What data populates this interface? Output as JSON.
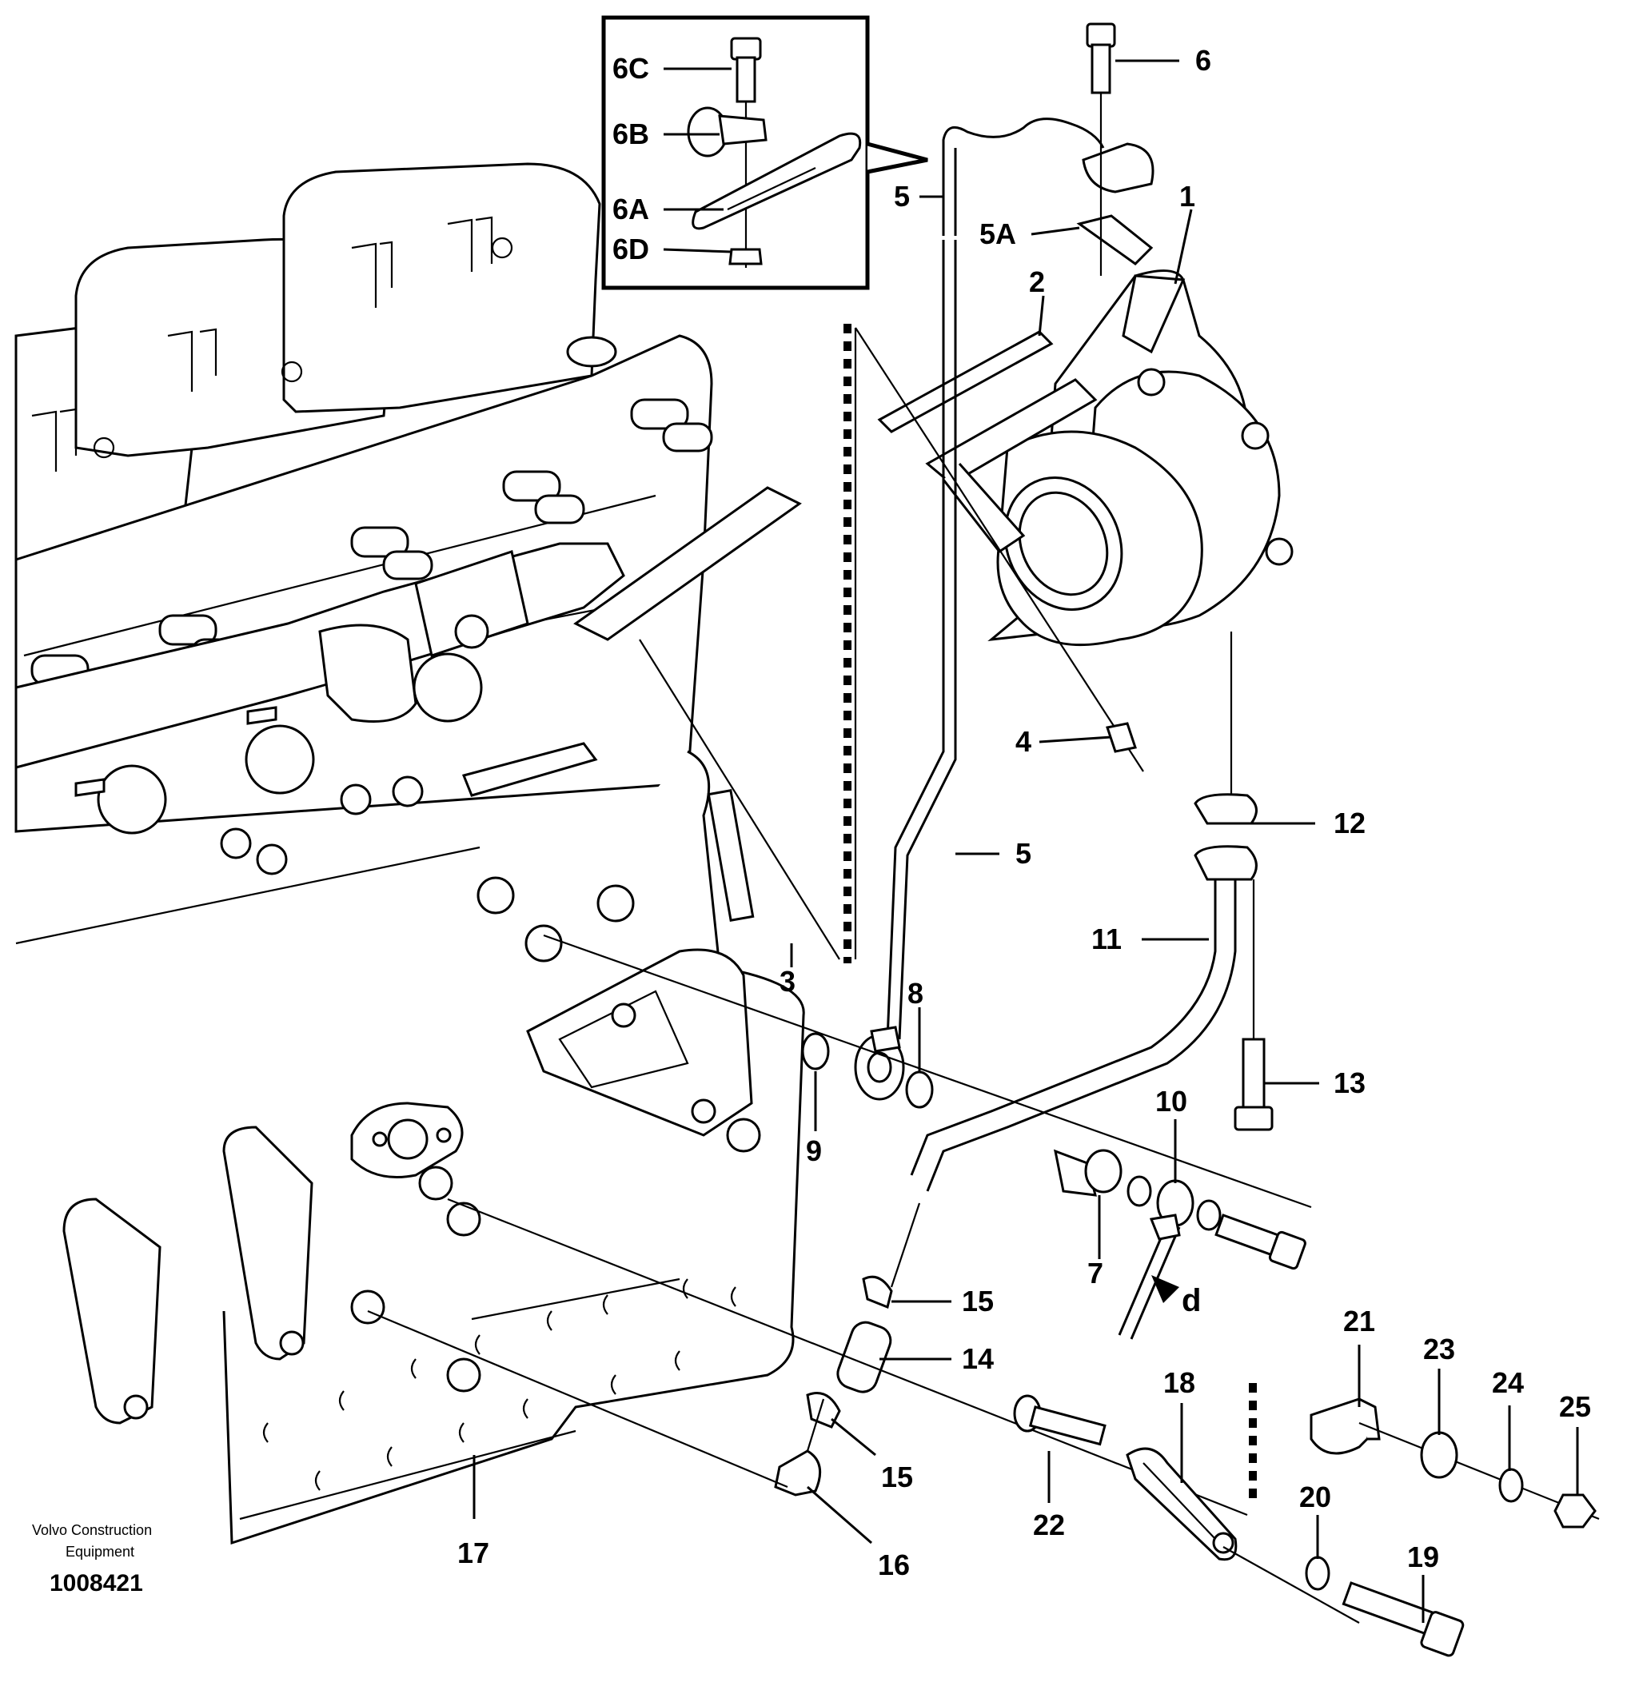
{
  "callouts": {
    "c6C": "6C",
    "c6B": "6B",
    "c6A": "6A",
    "c6D": "6D",
    "c6": "6",
    "c5_top": "5",
    "c5A": "5A",
    "c1": "1",
    "c2": "2",
    "c4": "4",
    "c12": "12",
    "c5_mid": "5",
    "c11": "11",
    "c3": "3",
    "c8": "8",
    "c9": "9",
    "c13": "13",
    "c10": "10",
    "c7": "7",
    "cd": "d",
    "c15_top": "15",
    "c14": "14",
    "c21": "21",
    "c23": "23",
    "c24": "24",
    "c25": "25",
    "c18": "18",
    "c15_bot": "15",
    "c20": "20",
    "c22": "22",
    "c19": "19",
    "c16": "16",
    "c17": "17"
  },
  "footer": {
    "company_line1": "Volvo Construction",
    "company_line2": "Equipment",
    "doc_number": "1008421"
  }
}
